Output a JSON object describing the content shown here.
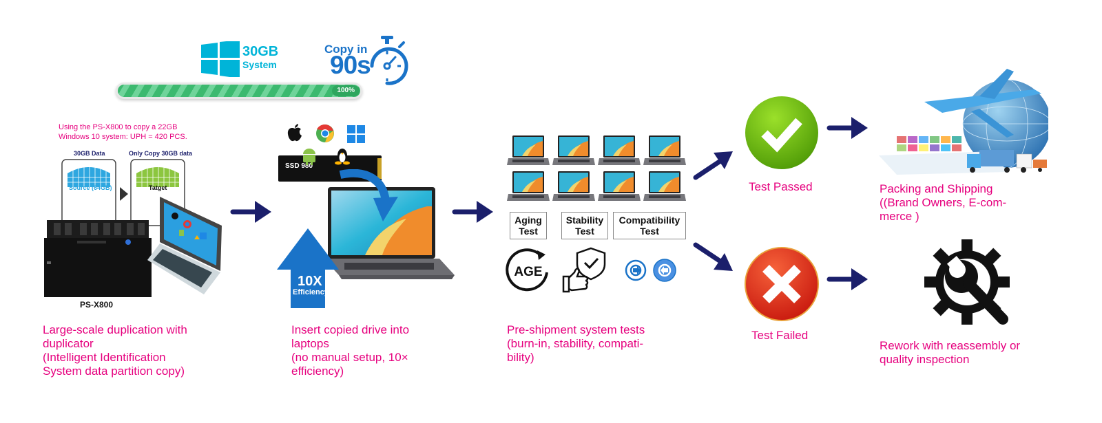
{
  "header": {
    "system_size": "30GB",
    "system_label": "System",
    "copy_in_label": "Copy in",
    "copy_time": "90s",
    "progress_label": "100%",
    "progress_value": 100
  },
  "step1": {
    "note": "Using the PS-X800 to copy a 22GB\nWindows 10 system: UPH = 420 PCS.",
    "source_header": "30GB Data",
    "target_header": "Only Copy 30GB data",
    "source_label": "Source (64GB)",
    "target_label": "Tatget",
    "device_label": "PS-X800",
    "caption": "Large-scale duplication with\nduplicator\n(Intelligent Identification\nSystem data partition copy)"
  },
  "step2": {
    "ssd_label": "SSD 980",
    "efficiency_value": "10X",
    "efficiency_label": "Efficiency",
    "caption": "Insert copied drive into\nlaptops\n(no manual setup, 10×\nefficiency)"
  },
  "step3": {
    "tests": [
      {
        "label": "Aging\nTest"
      },
      {
        "label": "Stability\nTest"
      },
      {
        "label": "Compatibility\nTest"
      }
    ],
    "age_icon_text": "AGE",
    "caption": "Pre-shipment system tests\n(burn-in, stability, compati-\nbility)"
  },
  "results": {
    "passed_label": "Test Passed",
    "failed_label": "Test Failed"
  },
  "outcomes": {
    "shipping_caption": "Packing and Shipping\n((Brand Owners, E-com-\nmerce )",
    "rework_caption": "Rework with reassembly or\nquality inspection"
  },
  "colors": {
    "caption": "#e6007e",
    "arrow": "#1b1f6b",
    "windows": "#00b4d8",
    "copy_blue": "#1a73c8",
    "progress_green": "#3cb96f",
    "pass_green": "#6cc417",
    "fail_red": "#e0301e"
  }
}
